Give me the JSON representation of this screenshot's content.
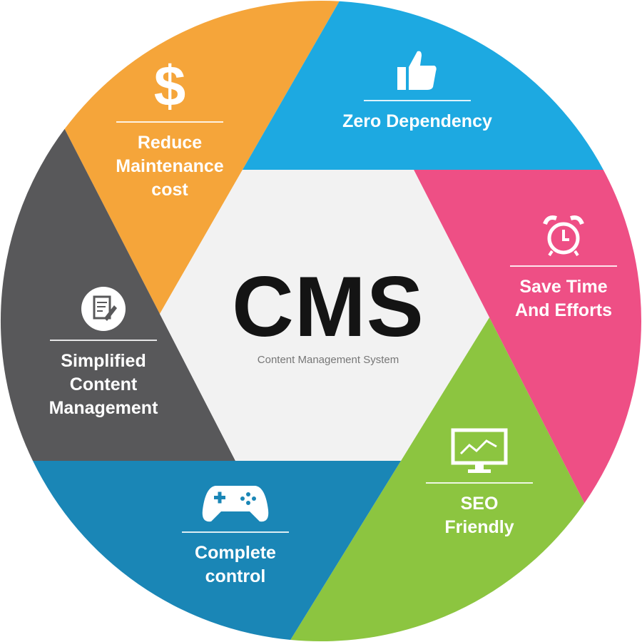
{
  "center": {
    "title": "CMS",
    "subtitle": "Content Management System"
  },
  "segments": [
    {
      "id": "reduce-cost",
      "lines": [
        "Reduce",
        "Maintenance",
        "cost"
      ],
      "color": "#F5A53A",
      "icon": "dollar-icon"
    },
    {
      "id": "zero-dependency",
      "lines": [
        "Zero Dependency"
      ],
      "color": "#1DA9E1",
      "icon": "thumbs-up-icon"
    },
    {
      "id": "save-time",
      "lines": [
        "Save Time",
        "And Efforts"
      ],
      "color": "#EE4F85",
      "icon": "alarm-clock-icon"
    },
    {
      "id": "seo-friendly",
      "lines": [
        "SEO",
        "Friendly"
      ],
      "color": "#8CC540",
      "icon": "monitor-chart-icon"
    },
    {
      "id": "complete-control",
      "lines": [
        "Complete",
        "control"
      ],
      "color": "#1A86B6",
      "icon": "gamepad-icon"
    },
    {
      "id": "simplified-content",
      "lines": [
        "Simplified",
        "Content",
        "Management"
      ],
      "color": "#58585A",
      "icon": "note-edit-icon"
    }
  ],
  "hex_color": "#F2F2F2"
}
